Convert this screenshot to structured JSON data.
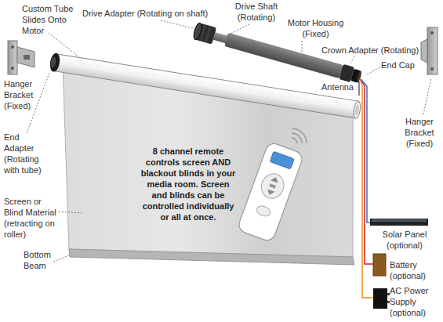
{
  "diagram": {
    "labels": [
      "Custom Tube Slides Onto Motor",
      "Drive Shaft (Rotating)",
      "Drive Adapter (Rotating on shaft)",
      "Motor Housing (Fixed)",
      "Crown Adapter (Rotating)",
      "End Cap",
      "Hanger Bracket (Fixed)",
      "Antenna",
      "Hanger Bracket (Fixed)",
      "End Adapter (Rotating with tube)",
      "8 channel remote controls screen AND blackout blinds in your media room. Screen and blinds can be controlled individually or all at once.",
      "Screen or Blind Material (retracting on roller)",
      "Solar Panel (optional)",
      "Bottom Beam",
      "Battery (optional)",
      "AC Power Supply (optional)"
    ]
  }
}
